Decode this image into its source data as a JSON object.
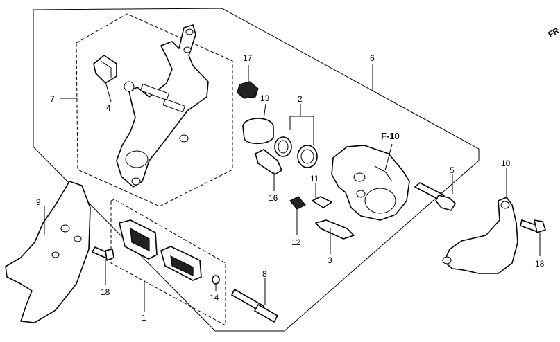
{
  "diagram": {
    "direction_marker": "FR",
    "reference_label": "F-10",
    "callouts": {
      "c1": "1",
      "c2": "2",
      "c3": "3",
      "c4": "4",
      "c5": "5",
      "c6": "6",
      "c7": "7",
      "c8": "8",
      "c9": "9",
      "c10": "10",
      "c11": "11",
      "c12": "12",
      "c13": "13",
      "c14": "14",
      "c16": "16",
      "c17": "17",
      "c18a": "18",
      "c18b": "18"
    }
  }
}
